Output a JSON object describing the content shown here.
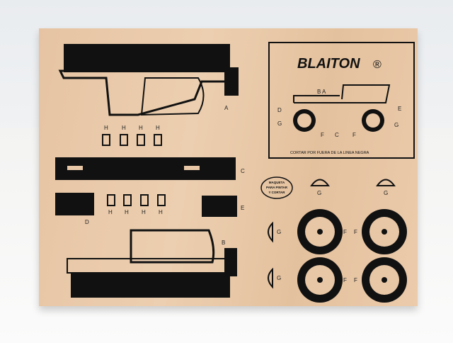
{
  "logo": {
    "brand": "BLAITON",
    "registered": "®"
  },
  "diagram_caption": "CORTAR POR FUERA DE LA LINEA NEGRA",
  "stamp": {
    "line1": "MAQUETA",
    "line2": "PARA PINTAR",
    "line3": "Y CORTAR"
  },
  "part_labels": {
    "a": "A",
    "b": "B",
    "c": "C",
    "d": "D",
    "e": "E",
    "f": "F",
    "g": "G",
    "h": "H"
  },
  "colors": {
    "wood": "#e8c7a6",
    "ink": "#111111",
    "wall": "#eceef0"
  }
}
